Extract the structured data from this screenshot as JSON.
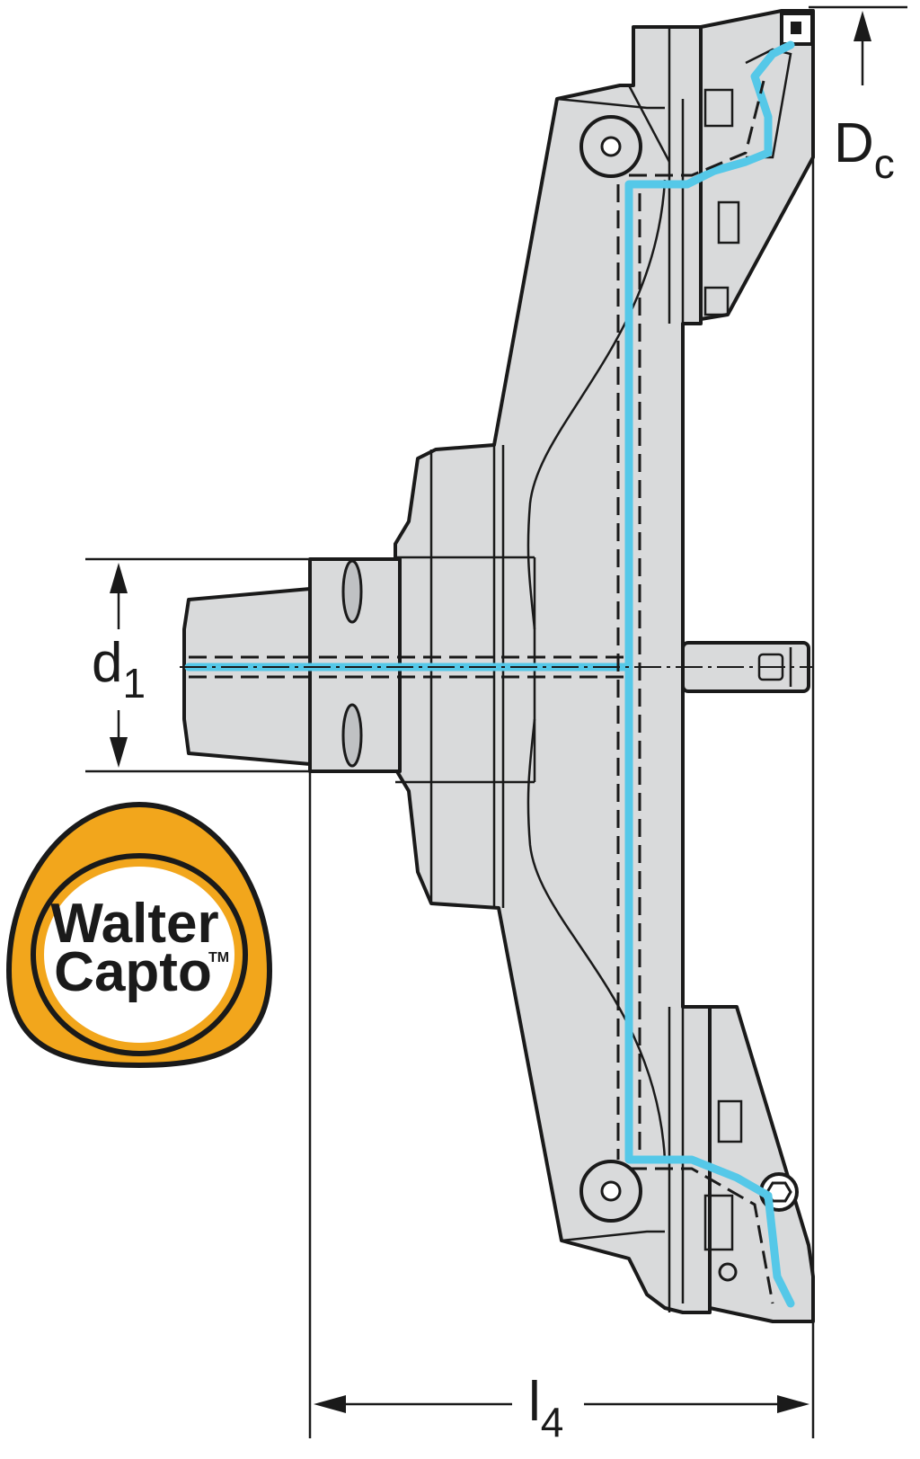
{
  "dimensions": {
    "d1": {
      "main": "d",
      "sub": "1"
    },
    "dc": {
      "main": "D",
      "sub": "c"
    },
    "l4": {
      "main": "l",
      "sub": "4"
    }
  },
  "logo": {
    "line1": "Walter",
    "line2": "Capto",
    "mark": "TM"
  },
  "colors": {
    "coolant": "#55c8e8",
    "body": "#d9dadb",
    "logo_orange": "#f2a61c",
    "line": "#1a1a1a"
  }
}
